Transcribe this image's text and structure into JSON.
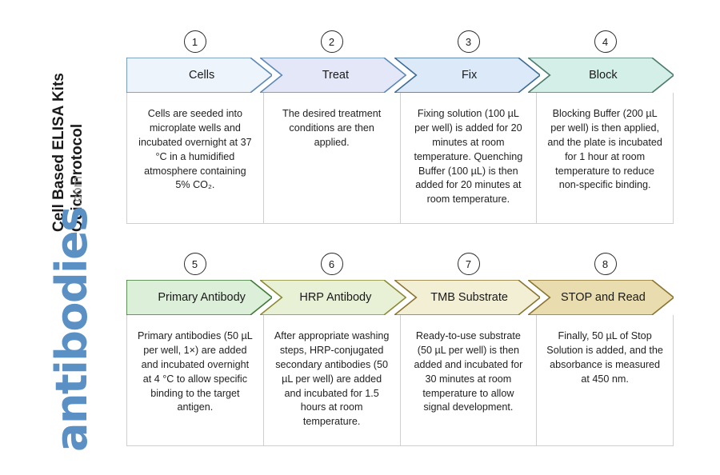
{
  "document": {
    "title_line1": "Cell Based ELISA Kits",
    "title_line2": "Quick Protocol",
    "brand_name": "antibodies",
    "brand_tld": ".com",
    "brand_color": "#5b90c4",
    "brand_tld_color": "#8a8a8a"
  },
  "rows": [
    {
      "id": "row-1",
      "steps": [
        {
          "number": "1",
          "label": "Cells",
          "fill": "#eef4fb",
          "stroke": "#5b88b5",
          "description": "Cells are seeded into microplate wells and incubated overnight at 37 °C in a humidified atmosphere containing 5% CO₂."
        },
        {
          "number": "2",
          "label": "Treat",
          "fill": "#e3e7f8",
          "stroke": "#5b88b5",
          "description": "The desired treatment conditions are then applied."
        },
        {
          "number": "3",
          "label": "Fix",
          "fill": "#dce9f8",
          "stroke": "#3d6b95",
          "description": "Fixing solution (100 µL per well) is added for 20 minutes at room temperature. Quenching Buffer (100 µL) is then added for 20 minutes at room temperature."
        },
        {
          "number": "4",
          "label": "Block",
          "fill": "#d4efe7",
          "stroke": "#4a7a6b",
          "description": "Blocking Buffer (200 µL per well) is then applied, and the plate is incubated for 1 hour at room temperature to reduce non-specific binding."
        }
      ]
    },
    {
      "id": "row-2",
      "steps": [
        {
          "number": "5",
          "label": "Primary Antibody",
          "fill": "#dcefd9",
          "stroke": "#3f7a36",
          "description": "Primary antibodies (50 µL per well, 1×) are added and incubated overnight at 4 °C to allow specific binding to the target antigen."
        },
        {
          "number": "6",
          "label": "HRP Antibody",
          "fill": "#e8f1d6",
          "stroke": "#8a8a33",
          "description": "After appropriate washing steps, HRP-conjugated secondary antibodies (50 µL per well) are added and incubated for 1.5 hours at room temperature."
        },
        {
          "number": "7",
          "label": "TMB Substrate",
          "fill": "#f3efd5",
          "stroke": "#8a7430",
          "description": "Ready-to-use substrate (50 µL per well) is then added and incubated for 30 minutes at room temperature to allow signal development."
        },
        {
          "number": "8",
          "label": "STOP and Read",
          "fill": "#e9dcae",
          "stroke": "#8a7430",
          "description": "Finally, 50 µL of Stop Solution is added, and the absorbance is measured at 450 nm."
        }
      ]
    }
  ]
}
